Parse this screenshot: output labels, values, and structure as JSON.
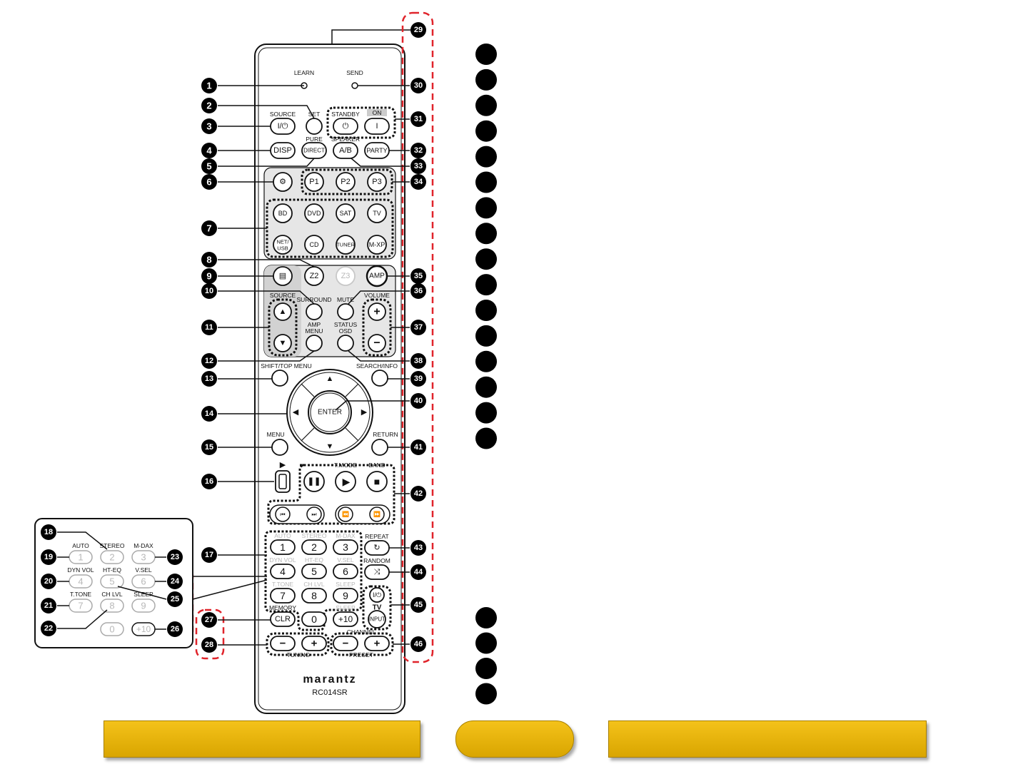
{
  "remote": {
    "brand": "marantz",
    "model": "RC014SR",
    "labels": {
      "learn": "LEARN",
      "send": "SEND",
      "set": "SET",
      "source": "SOURCE",
      "standby": "STANDBY",
      "on": "ON",
      "pure": "PURE",
      "speaker": "SPEAKER",
      "source2": "SOURCE",
      "surround": "SURROUND",
      "mute": "MUTE",
      "volume": "VOLUME",
      "amp": "AMP",
      "menu_word": "MENU",
      "status": "STATUS",
      "osd": "OSD",
      "shift_top_menu": "SHIFT/TOP MENU",
      "search_info": "SEARCH/INFO",
      "menu": "MENU",
      "return": "RETURN",
      "tmode": "T.MODE",
      "band": "BAND",
      "repeat": "REPEAT",
      "random": "RANDOM",
      "memory": "MEMORY",
      "tuning": "TUNING",
      "channel": "CHANNEL",
      "preset": "PRESET",
      "tv": "TV"
    },
    "buttons": {
      "source_power": "I/⏻",
      "disp": "DISP",
      "direct": "DIRECT",
      "ab": "A/B",
      "party": "PARTY",
      "p1": "P1",
      "p2": "P2",
      "p3": "P3",
      "bd": "BD",
      "dvd": "DVD",
      "sat": "SAT",
      "tv": "TV",
      "net_usb_1": "NET/",
      "net_usb_2": "USB",
      "cd": "CD",
      "tuner": "TUNER",
      "mxp": "M-XP",
      "z2": "Z2",
      "z3": "Z3",
      "amp": "AMP",
      "enter": "ENTER",
      "clr": "CLR",
      "input": "INPUT",
      "tv_power": "I/⏻",
      "plus10": "+10"
    },
    "numpad_keys": [
      "1",
      "2",
      "3",
      "4",
      "5",
      "6",
      "7",
      "8",
      "9",
      "0"
    ],
    "numpad_sublabels": [
      "AUTO",
      "STEREO",
      "M-DAX",
      "DYN VOL",
      "HT-EQ",
      "V.SEL",
      "T.TONE",
      "CH LVL",
      "SLEEP"
    ]
  },
  "inset": {
    "sublabels": [
      "AUTO",
      "STEREO",
      "M-DAX",
      "DYN VOL",
      "HT-EQ",
      "V.SEL",
      "T.TONE",
      "CH LVL",
      "SLEEP"
    ],
    "keys": [
      "1",
      "2",
      "3",
      "4",
      "5",
      "6",
      "7",
      "8",
      "9",
      "0",
      "+10"
    ]
  },
  "callouts": [
    "1",
    "2",
    "3",
    "4",
    "5",
    "6",
    "7",
    "8",
    "9",
    "10",
    "11",
    "12",
    "13",
    "14",
    "15",
    "16",
    "17",
    "18",
    "19",
    "20",
    "21",
    "22",
    "23",
    "24",
    "25",
    "26",
    "27",
    "28",
    "29",
    "30",
    "31",
    "32",
    "33",
    "34",
    "35",
    "36",
    "37",
    "38",
    "39",
    "40",
    "41",
    "42",
    "43",
    "44",
    "45",
    "46"
  ],
  "legend_bullets": {
    "group_a_count": 16,
    "group_b_count": 4
  },
  "bottom_buttons": [
    "",
    "",
    ""
  ],
  "colors": {
    "accent_yellow": "#e8b40c",
    "dash_red": "#e0242b",
    "bullet": "#000000"
  }
}
